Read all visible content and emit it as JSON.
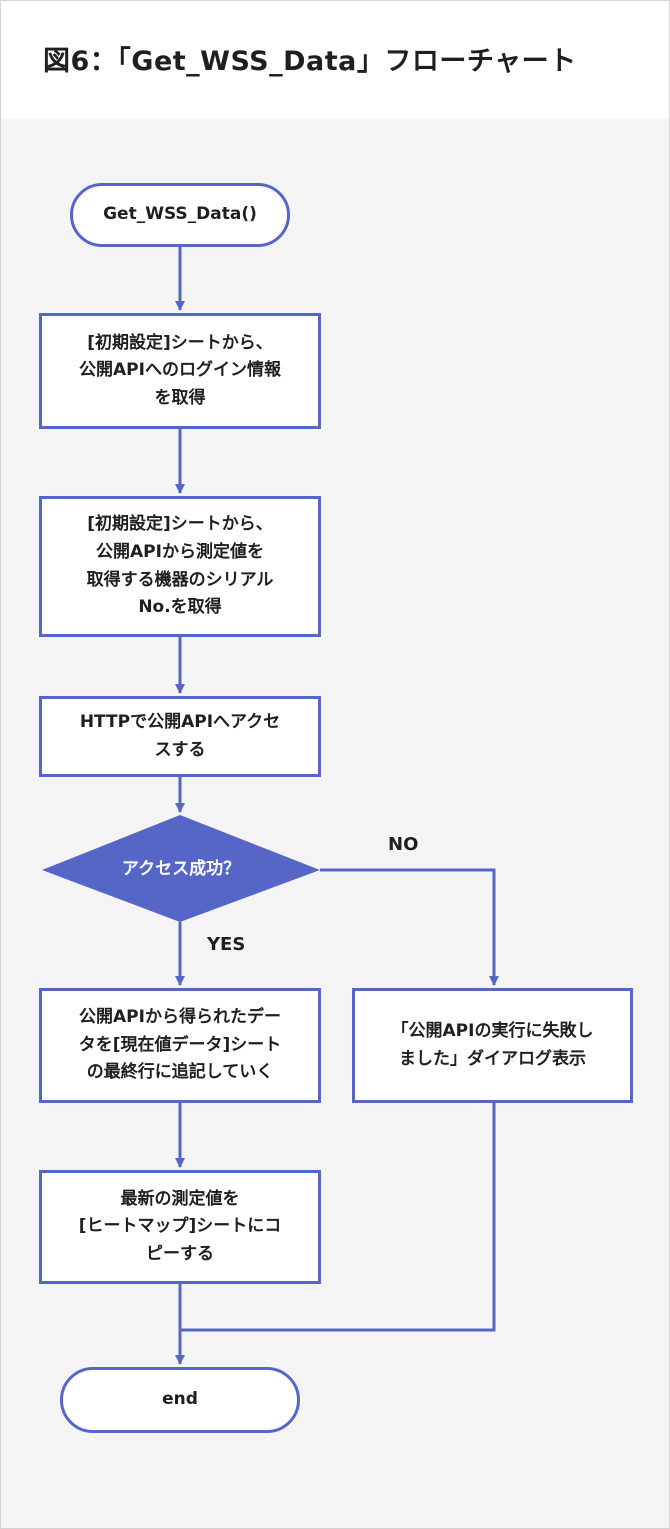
{
  "title": "図6：「Get_WSS_Data」フローチャート",
  "colors": {
    "stroke": "#5566c6",
    "diamond_fill": "#5566c6",
    "background": "#f4f4f5"
  },
  "nodes": {
    "start": {
      "text": "Get_WSS_Data()"
    },
    "step1": {
      "lines": [
        "[初期設定]シートから、",
        "公開APIへのログイン情報",
        "を取得"
      ]
    },
    "step2": {
      "lines": [
        "[初期設定]シートから、",
        "公開APIから測定値を",
        "取得する機器のシリアル",
        "No.を取得"
      ]
    },
    "step3": {
      "lines": [
        "HTTPで公開APIへアクセ",
        "スする"
      ]
    },
    "decision": {
      "text": "アクセス成功？"
    },
    "step4": {
      "lines": [
        "公開APIから得られたデー",
        "タを[現在値データ]シート",
        "の最終行に追記していく"
      ]
    },
    "error": {
      "lines": [
        "「公開APIの実行に失敗し",
        "ました」ダイアログ表示"
      ]
    },
    "step5": {
      "lines": [
        "最新の測定値を",
        "[ヒートマップ]シートにコ",
        "ピーする"
      ]
    },
    "end": {
      "text": "end"
    }
  },
  "branches": {
    "yes": "YES",
    "no": "NO"
  }
}
